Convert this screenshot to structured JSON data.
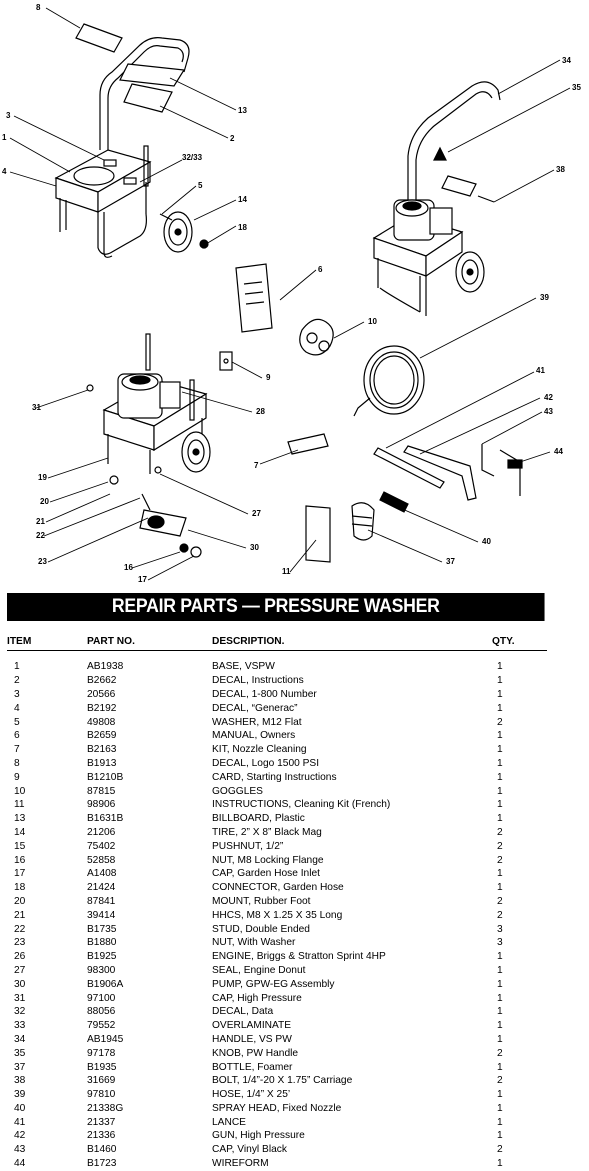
{
  "diagram": {
    "callouts": [
      "8",
      "3",
      "1",
      "4",
      "13",
      "2",
      "32/33",
      "5",
      "14",
      "18",
      "34",
      "35",
      "38",
      "6",
      "10",
      "39",
      "9",
      "31",
      "28",
      "41",
      "42",
      "43",
      "44",
      "7",
      "19",
      "20",
      "27",
      "21",
      "22",
      "23",
      "30",
      "16",
      "17",
      "11",
      "37",
      "40"
    ]
  },
  "banner": {
    "title": "REPAIR PARTS — PRESSURE WASHER"
  },
  "table": {
    "headers": {
      "item": "ITEM",
      "part": "PART NO.",
      "desc": "DESCRIPTION.",
      "qty": "QTY."
    },
    "rows": [
      {
        "item": "1",
        "part": "AB1938",
        "desc": "BASE, VSPW",
        "qty": "1"
      },
      {
        "item": "2",
        "part": "B2662",
        "desc": "DECAL, Instructions",
        "qty": "1"
      },
      {
        "item": "3",
        "part": "20566",
        "desc": "DECAL, 1-800 Number",
        "qty": "1"
      },
      {
        "item": "4",
        "part": "B2192",
        "desc": "DECAL, “Generac”",
        "qty": "1"
      },
      {
        "item": "5",
        "part": "49808",
        "desc": "WASHER, M12 Flat",
        "qty": "2"
      },
      {
        "item": "6",
        "part": "B2659",
        "desc": "MANUAL, Owners",
        "qty": "1"
      },
      {
        "item": "7",
        "part": "B2163",
        "desc": "KIT, Nozzle Cleaning",
        "qty": "1"
      },
      {
        "item": "8",
        "part": "B1913",
        "desc": "DECAL, Logo 1500 PSI",
        "qty": "1"
      },
      {
        "item": "9",
        "part": "B1210B",
        "desc": "CARD, Starting Instructions",
        "qty": "1"
      },
      {
        "item": "10",
        "part": "87815",
        "desc": "GOGGLES",
        "qty": "1"
      },
      {
        "item": "11",
        "part": "98906",
        "desc": "INSTRUCTIONS, Cleaning Kit (French)",
        "qty": "1"
      },
      {
        "item": "13",
        "part": "B1631B",
        "desc": "BILLBOARD, Plastic",
        "qty": "1"
      },
      {
        "item": "14",
        "part": "21206",
        "desc": "TIRE, 2” X 8” Black Mag",
        "qty": "2"
      },
      {
        "item": "15",
        "part": "75402",
        "desc": "PUSHNUT, 1/2”",
        "qty": "2"
      },
      {
        "item": "16",
        "part": "52858",
        "desc": "NUT, M8 Locking Flange",
        "qty": "2"
      },
      {
        "item": "17",
        "part": "A1408",
        "desc": "CAP, Garden Hose Inlet",
        "qty": "1"
      },
      {
        "item": "18",
        "part": "21424",
        "desc": "CONNECTOR, Garden Hose",
        "qty": "1"
      },
      {
        "item": "20",
        "part": "87841",
        "desc": "MOUNT, Rubber Foot",
        "qty": "2"
      },
      {
        "item": "21",
        "part": "39414",
        "desc": "HHCS, M8 X 1.25 X 35 Long",
        "qty": "2"
      },
      {
        "item": "22",
        "part": "B1735",
        "desc": "STUD, Double Ended",
        "qty": "3"
      },
      {
        "item": "23",
        "part": "B1880",
        "desc": "NUT, With Washer",
        "qty": "3"
      },
      {
        "item": "26",
        "part": "B1925",
        "desc": "ENGINE, Briggs & Stratton Sprint 4HP",
        "qty": "1"
      },
      {
        "item": "27",
        "part": "98300",
        "desc": "SEAL, Engine Donut",
        "qty": "1"
      },
      {
        "item": "30",
        "part": "B1906A",
        "desc": "PUMP, GPW-EG Assembly",
        "qty": "1"
      },
      {
        "item": "31",
        "part": "97100",
        "desc": "CAP, High Pressure",
        "qty": "1"
      },
      {
        "item": "32",
        "part": "88056",
        "desc": "DECAL, Data",
        "qty": "1"
      },
      {
        "item": "33",
        "part": "79552",
        "desc": "OVERLAMINATE",
        "qty": "1"
      },
      {
        "item": "34",
        "part": "AB1945",
        "desc": "HANDLE, VS PW",
        "qty": "1"
      },
      {
        "item": "35",
        "part": "97178",
        "desc": "KNOB, PW Handle",
        "qty": "2"
      },
      {
        "item": "37",
        "part": "B1935",
        "desc": "BOTTLE, Foamer",
        "qty": "1"
      },
      {
        "item": "38",
        "part": "31669",
        "desc": "BOLT, 1/4”-20 X 1.75” Carriage",
        "qty": "2"
      },
      {
        "item": "39",
        "part": "97810",
        "desc": "HOSE, 1/4” X 25’",
        "qty": "1"
      },
      {
        "item": "40",
        "part": "21338G",
        "desc": "SPRAY HEAD, Fixed Nozzle",
        "qty": "1"
      },
      {
        "item": "41",
        "part": "21337",
        "desc": "LANCE",
        "qty": "1"
      },
      {
        "item": "42",
        "part": "21336",
        "desc": "GUN, High Pressure",
        "qty": "1"
      },
      {
        "item": "43",
        "part": "B1460",
        "desc": "CAP, Vinyl Black",
        "qty": "2"
      },
      {
        "item": "44",
        "part": "B1723",
        "desc": "WIREFORM",
        "qty": "1"
      }
    ]
  }
}
